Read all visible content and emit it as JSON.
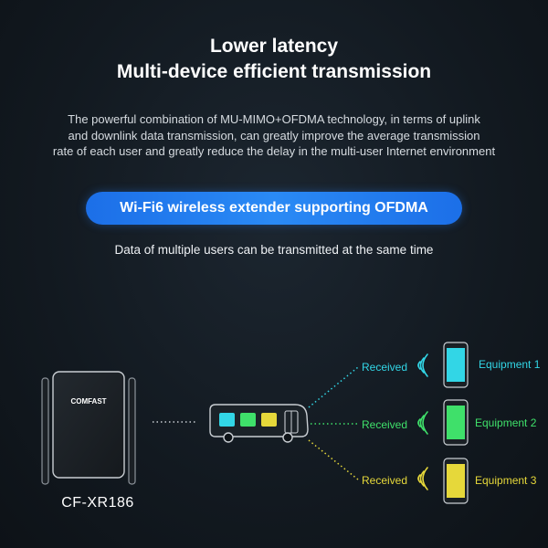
{
  "headline": {
    "line1": "Lower latency",
    "line2": "Multi-device efficient transmission"
  },
  "description": [
    "The powerful combination of MU-MIMO+OFDMA technology, in terms of uplink",
    "and downlink data transmission, can greatly improve the average transmission",
    "rate of each user and greatly reduce the delay in the multi-user Internet environment"
  ],
  "pill_label": "Wi-Fi6 wireless extender supporting OFDMA",
  "subheading": "Data of multiple users can be transmitted at the same time",
  "device": {
    "brand": "COMFAST",
    "model": "CF-XR186"
  },
  "channels": [
    {
      "received": "Received",
      "equipment": "Equipment 1",
      "color": "#32d6e6"
    },
    {
      "received": "Received",
      "equipment": "Equipment 2",
      "color": "#3fe06a"
    },
    {
      "received": "Received",
      "equipment": "Equipment 3",
      "color": "#e6d83a"
    }
  ],
  "colors": {
    "pill": "#2a8af5",
    "background": "#121920"
  },
  "icons": [
    "router-icon",
    "bus-icon",
    "signal-waves-icon",
    "phone-icon"
  ]
}
